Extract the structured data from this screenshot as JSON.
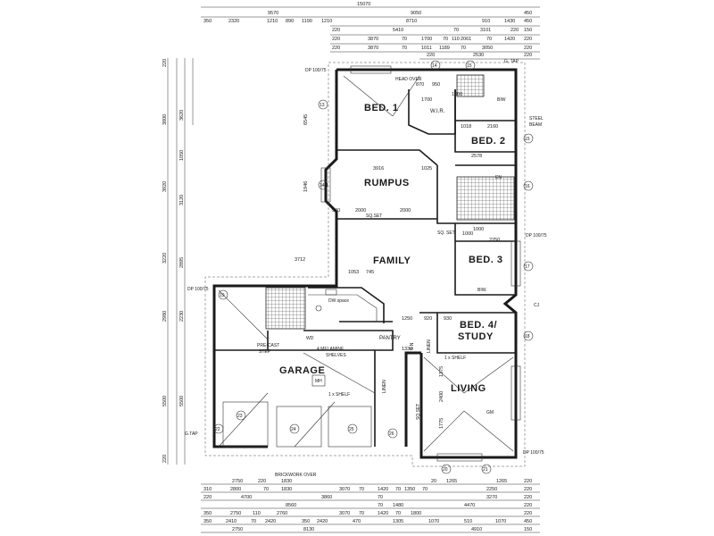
{
  "rooms": {
    "bed1": "BED. 1",
    "bed2": "BED. 2",
    "bed3": "BED. 3",
    "bed4_line1": "BED. 4/",
    "bed4_line2": "STUDY",
    "rumpus": "RUMPUS",
    "family": "FAMILY",
    "garage": "GARAGE",
    "living": "LIVING",
    "pantry": "PANTRY",
    "wir": "W.I.R."
  },
  "annotations": {
    "head_over": "HEAD OVER",
    "steel_beam_1": "STEEL",
    "steel_beam_2": "BEAM",
    "sq_set": "SQ.SET",
    "sq_set_2": "SQ. SET",
    "sq_set_v": "SQ.SET",
    "dw_space": "DW space",
    "precast_step_1": "PRE-CAST",
    "precast_step_2": "STEP",
    "melamine_1": "4 MELAMINE",
    "melamine_2": "SHELVES",
    "shelf_1": "1 x SHELF",
    "shelf_2": "1 x SHELF",
    "linen": "LINEN",
    "linen_2": "LINEN",
    "wd": "WD",
    "brickwork_over": "BRICKWORK OVER",
    "g_tap": "G. TAP",
    "g_tap_2": "G.TAP",
    "dp_1": "DP 100/75",
    "dp_2": "DP 100/75",
    "dp_3": "DP 100/75",
    "dp_4": "DP 100/75",
    "biw_1": "BIW",
    "biw_2": "BIW.",
    "cj": "CJ",
    "gm": "GM",
    "mh": "MH",
    "sn": "S.N",
    "ensuite": "EN"
  },
  "dimensions": {
    "top": [
      [
        "15070"
      ],
      [
        "9570",
        "9050",
        "450"
      ],
      [
        "350",
        "2320",
        "1210",
        "890",
        "1190",
        "1210",
        "8710",
        "910",
        "1430",
        "450"
      ],
      [
        "220",
        "5410",
        "70",
        "3101",
        "220",
        "150"
      ],
      [
        "220",
        "3870",
        "70",
        "1700",
        "70",
        "110",
        "2061",
        "70",
        "1420",
        "220"
      ],
      [
        "220",
        "3870",
        "70",
        "1011",
        "1189",
        "70",
        "3050",
        "220"
      ],
      [
        "220",
        "2530",
        "220"
      ]
    ],
    "bottom": [
      [
        "2750",
        "220",
        "1830",
        "20",
        "1265",
        "1265",
        "220"
      ],
      [
        "310",
        "2800",
        "70",
        "1830",
        "3070",
        "70",
        "1420",
        "70",
        "1350",
        "70",
        "2250",
        "220"
      ],
      [
        "220",
        "4700",
        "3860",
        "70",
        "3270",
        "220"
      ],
      [
        "8560",
        "70",
        "1480",
        "4470",
        "220"
      ],
      [
        "350",
        "2750",
        "110",
        "2760",
        "3070",
        "70",
        "1420",
        "70",
        "1800",
        "220"
      ],
      [
        "350",
        "2410",
        "70",
        "2420",
        "350",
        "2420",
        "470",
        "1305",
        "1070",
        "510",
        "1070",
        "450"
      ],
      [
        "2750",
        "8130",
        "4910",
        "150"
      ]
    ],
    "left": [
      "220",
      "3800",
      "3920",
      "3220",
      "2980",
      "5500",
      "220"
    ],
    "left_inner": [
      "3620",
      "1050",
      "3120",
      "2895",
      "2230",
      "5500"
    ],
    "interior": [
      "6545",
      "3916",
      "1025",
      "1946",
      "940",
      "2000",
      "2000",
      "2578",
      "2250",
      "3712",
      "1053",
      "745",
      "1250",
      "920",
      "930",
      "1330",
      "1375",
      "2400",
      "1775",
      "1000",
      "1000",
      "1700",
      "1018",
      "2160",
      "870",
      "950",
      "1000"
    ]
  },
  "markers": [
    "13",
    "14",
    "14",
    "15",
    "15",
    "16",
    "17",
    "18",
    "19",
    "20",
    "21",
    "22",
    "23",
    "24",
    "25",
    "26"
  ]
}
